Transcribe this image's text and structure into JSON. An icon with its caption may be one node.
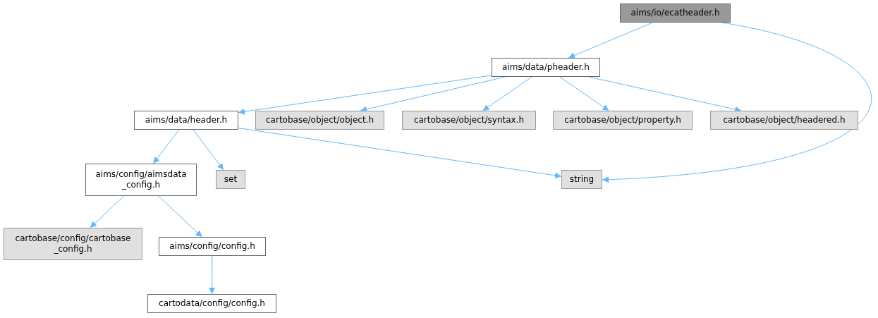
{
  "diagram": {
    "nodes": [
      {
        "text": [
          "aims/io/ecatheader.h"
        ]
      },
      {
        "text": [
          "aims/data/pheader.h"
        ]
      },
      {
        "text": [
          "aims/data/header.h"
        ]
      },
      {
        "text": [
          "cartobase/object/object.h"
        ]
      },
      {
        "text": [
          "cartobase/object/syntax.h"
        ]
      },
      {
        "text": [
          "cartobase/object/property.h"
        ]
      },
      {
        "text": [
          "cartobase/object/headered.h"
        ]
      },
      {
        "text": [
          "aims/config/aimsdata _config.h"
        ]
      },
      {
        "text": [
          "set"
        ]
      },
      {
        "text": [
          "string"
        ]
      },
      {
        "text": [
          "cartobase/config/cartobase _config.h"
        ]
      },
      {
        "text": [
          "aims/config/config.h"
        ]
      },
      {
        "text": [
          "cartodata/config/config.h"
        ]
      }
    ],
    "edges": [
      {
        "from": 0,
        "to": 1,
        "arrow": "to"
      },
      {
        "from": 0,
        "to": 9,
        "arrow": "to"
      },
      {
        "from": 1,
        "to": 2,
        "arrow": "to"
      },
      {
        "from": 1,
        "to": 3,
        "arrow": "to"
      },
      {
        "from": 1,
        "to": 4,
        "arrow": "to"
      },
      {
        "from": 1,
        "to": 5,
        "arrow": "to"
      },
      {
        "from": 1,
        "to": 6,
        "arrow": "to"
      },
      {
        "from": 2,
        "to": 7,
        "arrow": "to"
      },
      {
        "from": 2,
        "to": 8,
        "arrow": "to"
      },
      {
        "from": 2,
        "to": 9,
        "arrow": "to"
      },
      {
        "from": 7,
        "to": 10,
        "arrow": "to"
      },
      {
        "from": 7,
        "to": 11,
        "arrow": "to"
      },
      {
        "from": 11,
        "to": 12,
        "arrow": "to"
      }
    ]
  }
}
